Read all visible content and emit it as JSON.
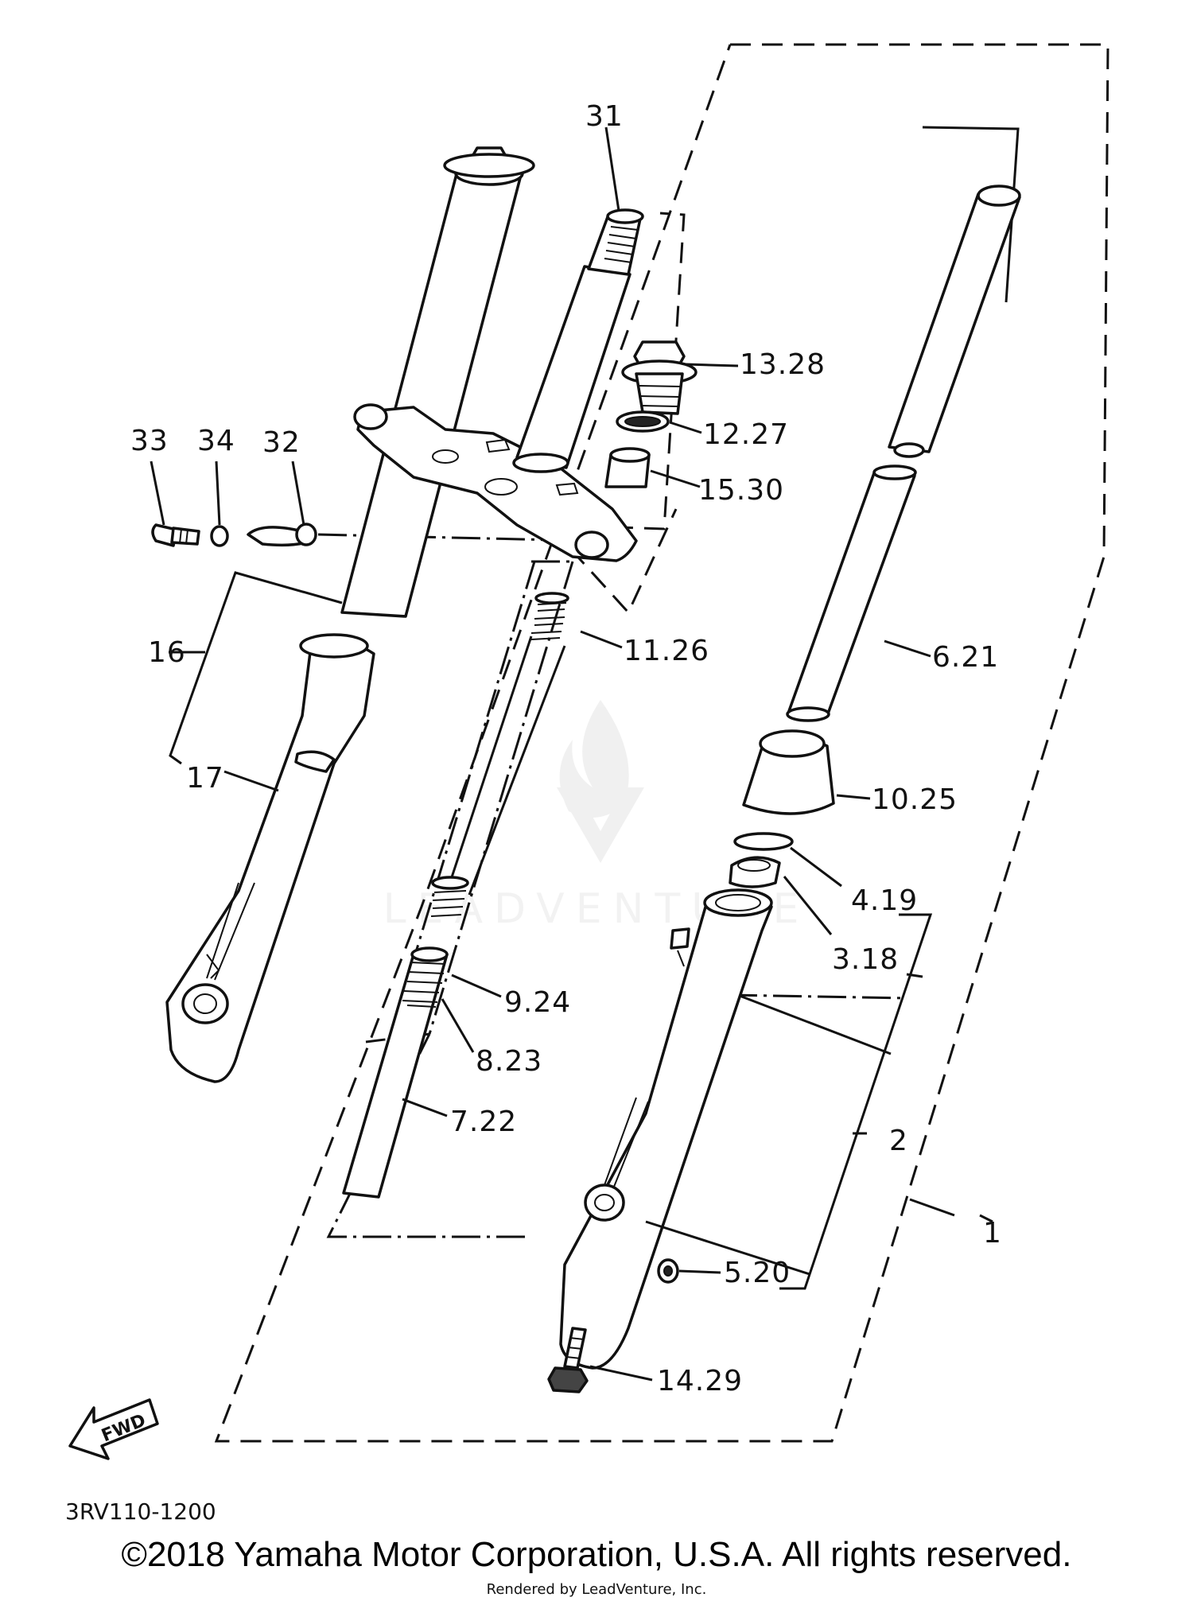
{
  "diagram": {
    "diagram_code": "3RV110-1200",
    "fwd_label": "FWD",
    "watermark": "LEADVENTURE",
    "callouts": [
      {
        "id": "c31",
        "label": "31"
      },
      {
        "id": "c1328",
        "label": "13.28"
      },
      {
        "id": "c1227",
        "label": "12.27"
      },
      {
        "id": "c1530",
        "label": "15.30"
      },
      {
        "id": "c33",
        "label": "33"
      },
      {
        "id": "c34",
        "label": "34"
      },
      {
        "id": "c32",
        "label": "32"
      },
      {
        "id": "c1126",
        "label": "11.26"
      },
      {
        "id": "c16",
        "label": "16"
      },
      {
        "id": "c17",
        "label": "17"
      },
      {
        "id": "c621",
        "label": "6.21"
      },
      {
        "id": "c1025",
        "label": "10.25"
      },
      {
        "id": "c419",
        "label": "4.19"
      },
      {
        "id": "c318",
        "label": "3.18"
      },
      {
        "id": "c924",
        "label": "9.24"
      },
      {
        "id": "c823",
        "label": "8.23"
      },
      {
        "id": "c722",
        "label": "7.22"
      },
      {
        "id": "c2",
        "label": "2"
      },
      {
        "id": "c1",
        "label": "1"
      },
      {
        "id": "c520",
        "label": "5.20"
      },
      {
        "id": "c1429",
        "label": "14.29"
      }
    ]
  },
  "footer": {
    "copyright": "©2018 Yamaha Motor Corporation, U.S.A. All rights reserved.",
    "rendered_by": "Rendered by LeadVenture, Inc."
  }
}
